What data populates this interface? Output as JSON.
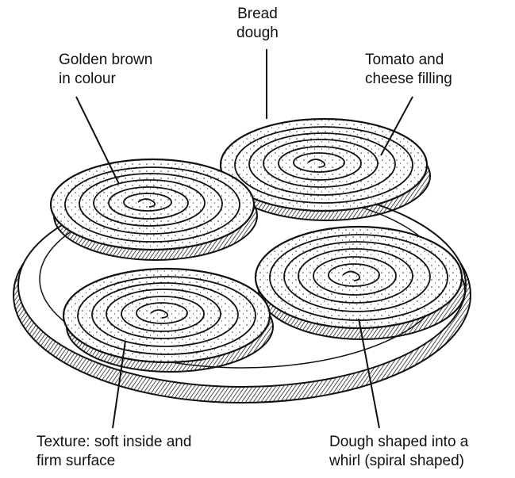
{
  "labels": {
    "bread_dough": [
      "Bread",
      "dough"
    ],
    "golden_brown": [
      "Golden brown",
      "in colour"
    ],
    "tomato_cheese": [
      "Tomato and",
      "cheese filling"
    ],
    "texture": [
      "Texture: soft inside and",
      "firm surface"
    ],
    "whirl": [
      "Dough shaped into a",
      "whirl (spiral shaped)"
    ]
  },
  "colors": {
    "ink": "#111111",
    "plate_shadow": "#4a4a4a",
    "dough": "#ffffff"
  }
}
